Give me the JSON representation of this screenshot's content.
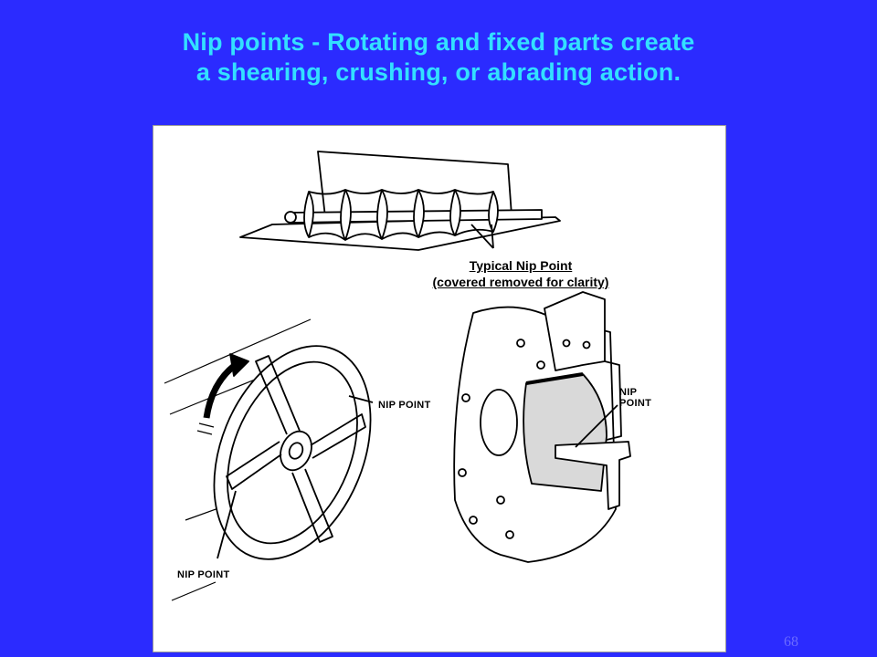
{
  "slide": {
    "title_line1": "Nip points - Rotating and fixed parts create",
    "title_line2": "a shearing, crushing, or abrading action.",
    "page_number": "68",
    "background_color": "#2b2bff",
    "title_color": "#33e0ff"
  },
  "figure": {
    "caption_line1": "Typical Nip Point",
    "caption_line2": "(covered removed for clarity)",
    "handwheel_label_right": "NIP POINT",
    "handwheel_label_bottom": "NIP POINT",
    "grinder_label_line1": "NIP",
    "grinder_label_line2": "POINT"
  }
}
